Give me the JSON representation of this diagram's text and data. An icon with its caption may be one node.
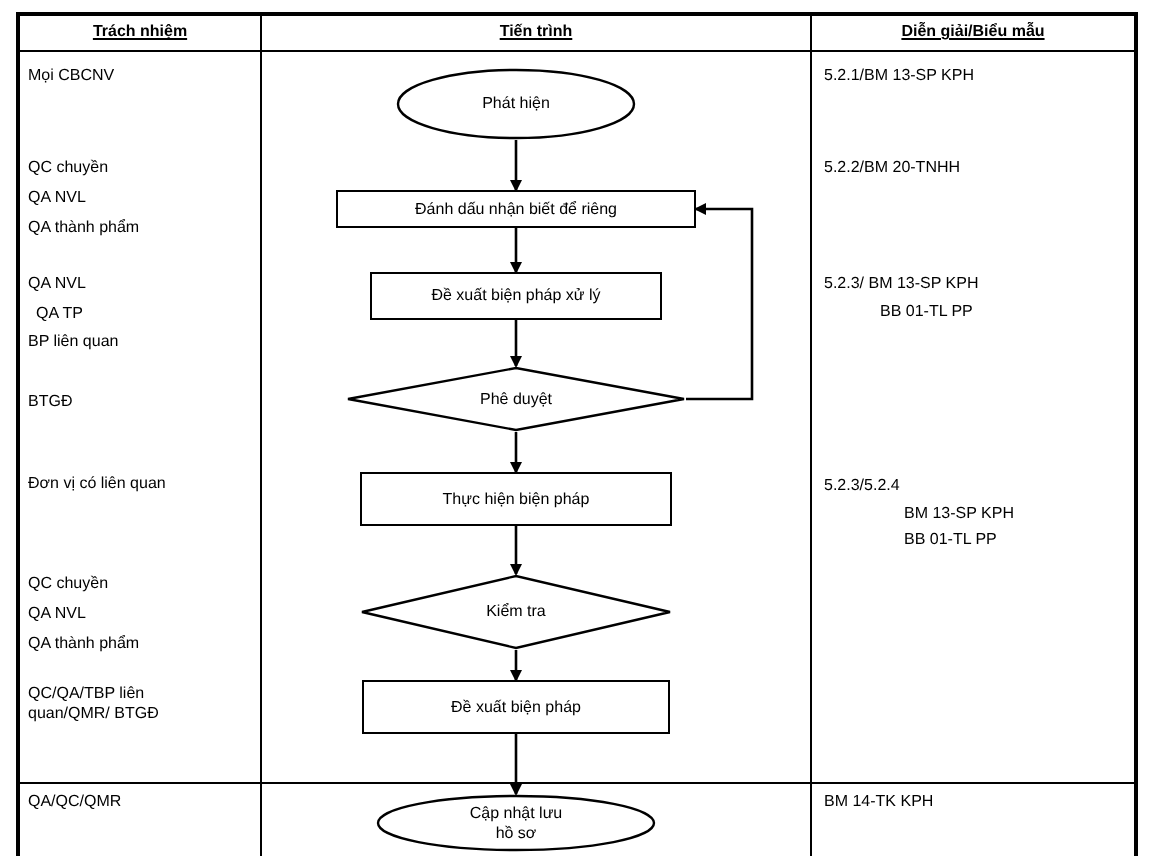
{
  "diagram": {
    "nodes": [
      {
        "text": [
          "Phát hiện"
        ]
      },
      {
        "text": [
          "Đánh dấu nhận biết để riêng"
        ]
      },
      {
        "text": [
          "Đề xuất biện pháp xử lý"
        ]
      },
      {
        "text": [
          "Phê duyệt"
        ]
      },
      {
        "text": [
          "Thực hiện biện pháp"
        ]
      },
      {
        "text": [
          "Kiểm tra"
        ]
      },
      {
        "text": [
          "Đề xuất biện pháp"
        ]
      },
      {
        "text": [
          "Cập nhật lưu hồ sơ"
        ]
      }
    ],
    "edges": [
      {
        "from": 0,
        "to": 1,
        "arrow": "to"
      },
      {
        "from": 1,
        "to": 2,
        "arrow": "to"
      },
      {
        "from": 2,
        "to": 3,
        "arrow": "to"
      },
      {
        "from": 3,
        "to": 1,
        "arrow": "to"
      },
      {
        "from": 3,
        "to": 4,
        "arrow": "to"
      },
      {
        "from": 4,
        "to": 5,
        "arrow": "to"
      },
      {
        "from": 5,
        "to": 6,
        "arrow": "to"
      },
      {
        "from": 6,
        "to": 7,
        "arrow": "to"
      }
    ],
    "labels": [
      "Trách nhiệm",
      "Tiến trình",
      "Diễn giải/Biểu mẫu",
      "Mọi CBCNV",
      "5.2.1/BM 13-SP KPH",
      "QC chuyền",
      "5.2.2/BM 20-TNHH",
      "QA NVL",
      "QA thành phẩm",
      "QA NVL",
      "5.2.3/ BM 13-SP KPH",
      "QA TP",
      "BB 01-TL PP",
      "BP liên quan",
      "BTGĐ",
      "Đơn vị có liên quan",
      "5.2.3/5.2.4",
      "BM 13-SP KPH",
      "BB 01-TL PP",
      "QC chuyền",
      "QA NVL",
      "QA thành phẩm",
      "QC/QA/TBP liên quan/QMR/ BTGĐ",
      "QA/QC/QMR",
      "BM 14-TK KPH"
    ]
  }
}
